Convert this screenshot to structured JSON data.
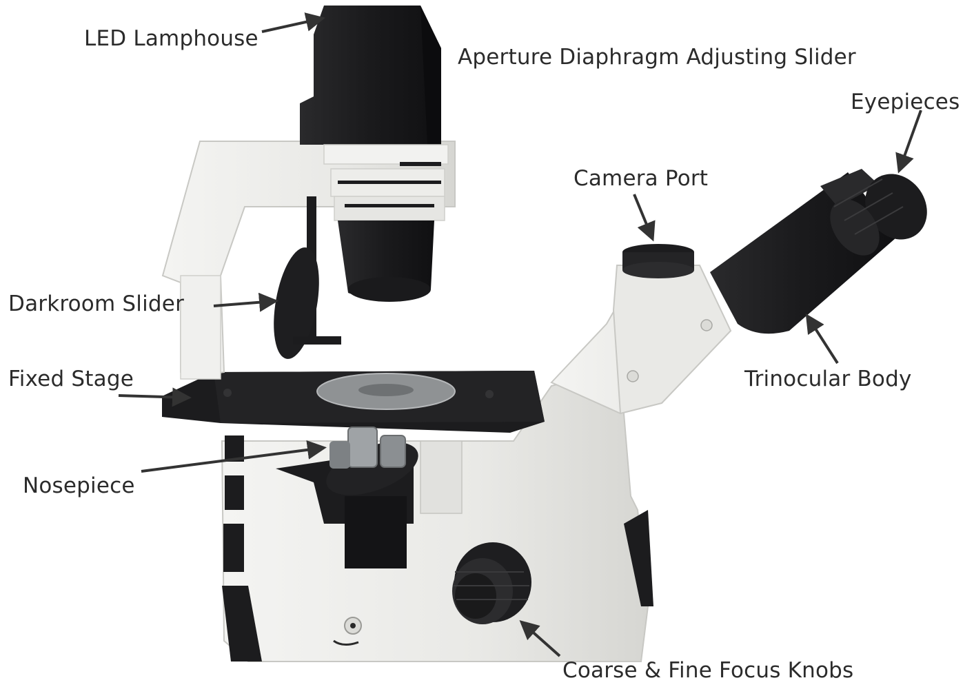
{
  "labels": {
    "led_lamphouse": "LED Lamphouse",
    "aperture_slider": "Aperture Diaphragm Adjusting  Slider",
    "eyepieces": "Eyepieces",
    "camera_port": "Camera Port",
    "darkroom_slider": "Darkroom Slider",
    "fixed_stage": "Fixed Stage",
    "trinocular_body": "Trinocular Body",
    "nosepiece": "Nosepiece",
    "focus_knobs": "Coarse  & Fine  Focus Knobs"
  },
  "colors": {
    "label_text": "#2b2b2b",
    "arrow": "#333333",
    "body_white": "#ececea",
    "body_black": "#1c1c1e"
  }
}
